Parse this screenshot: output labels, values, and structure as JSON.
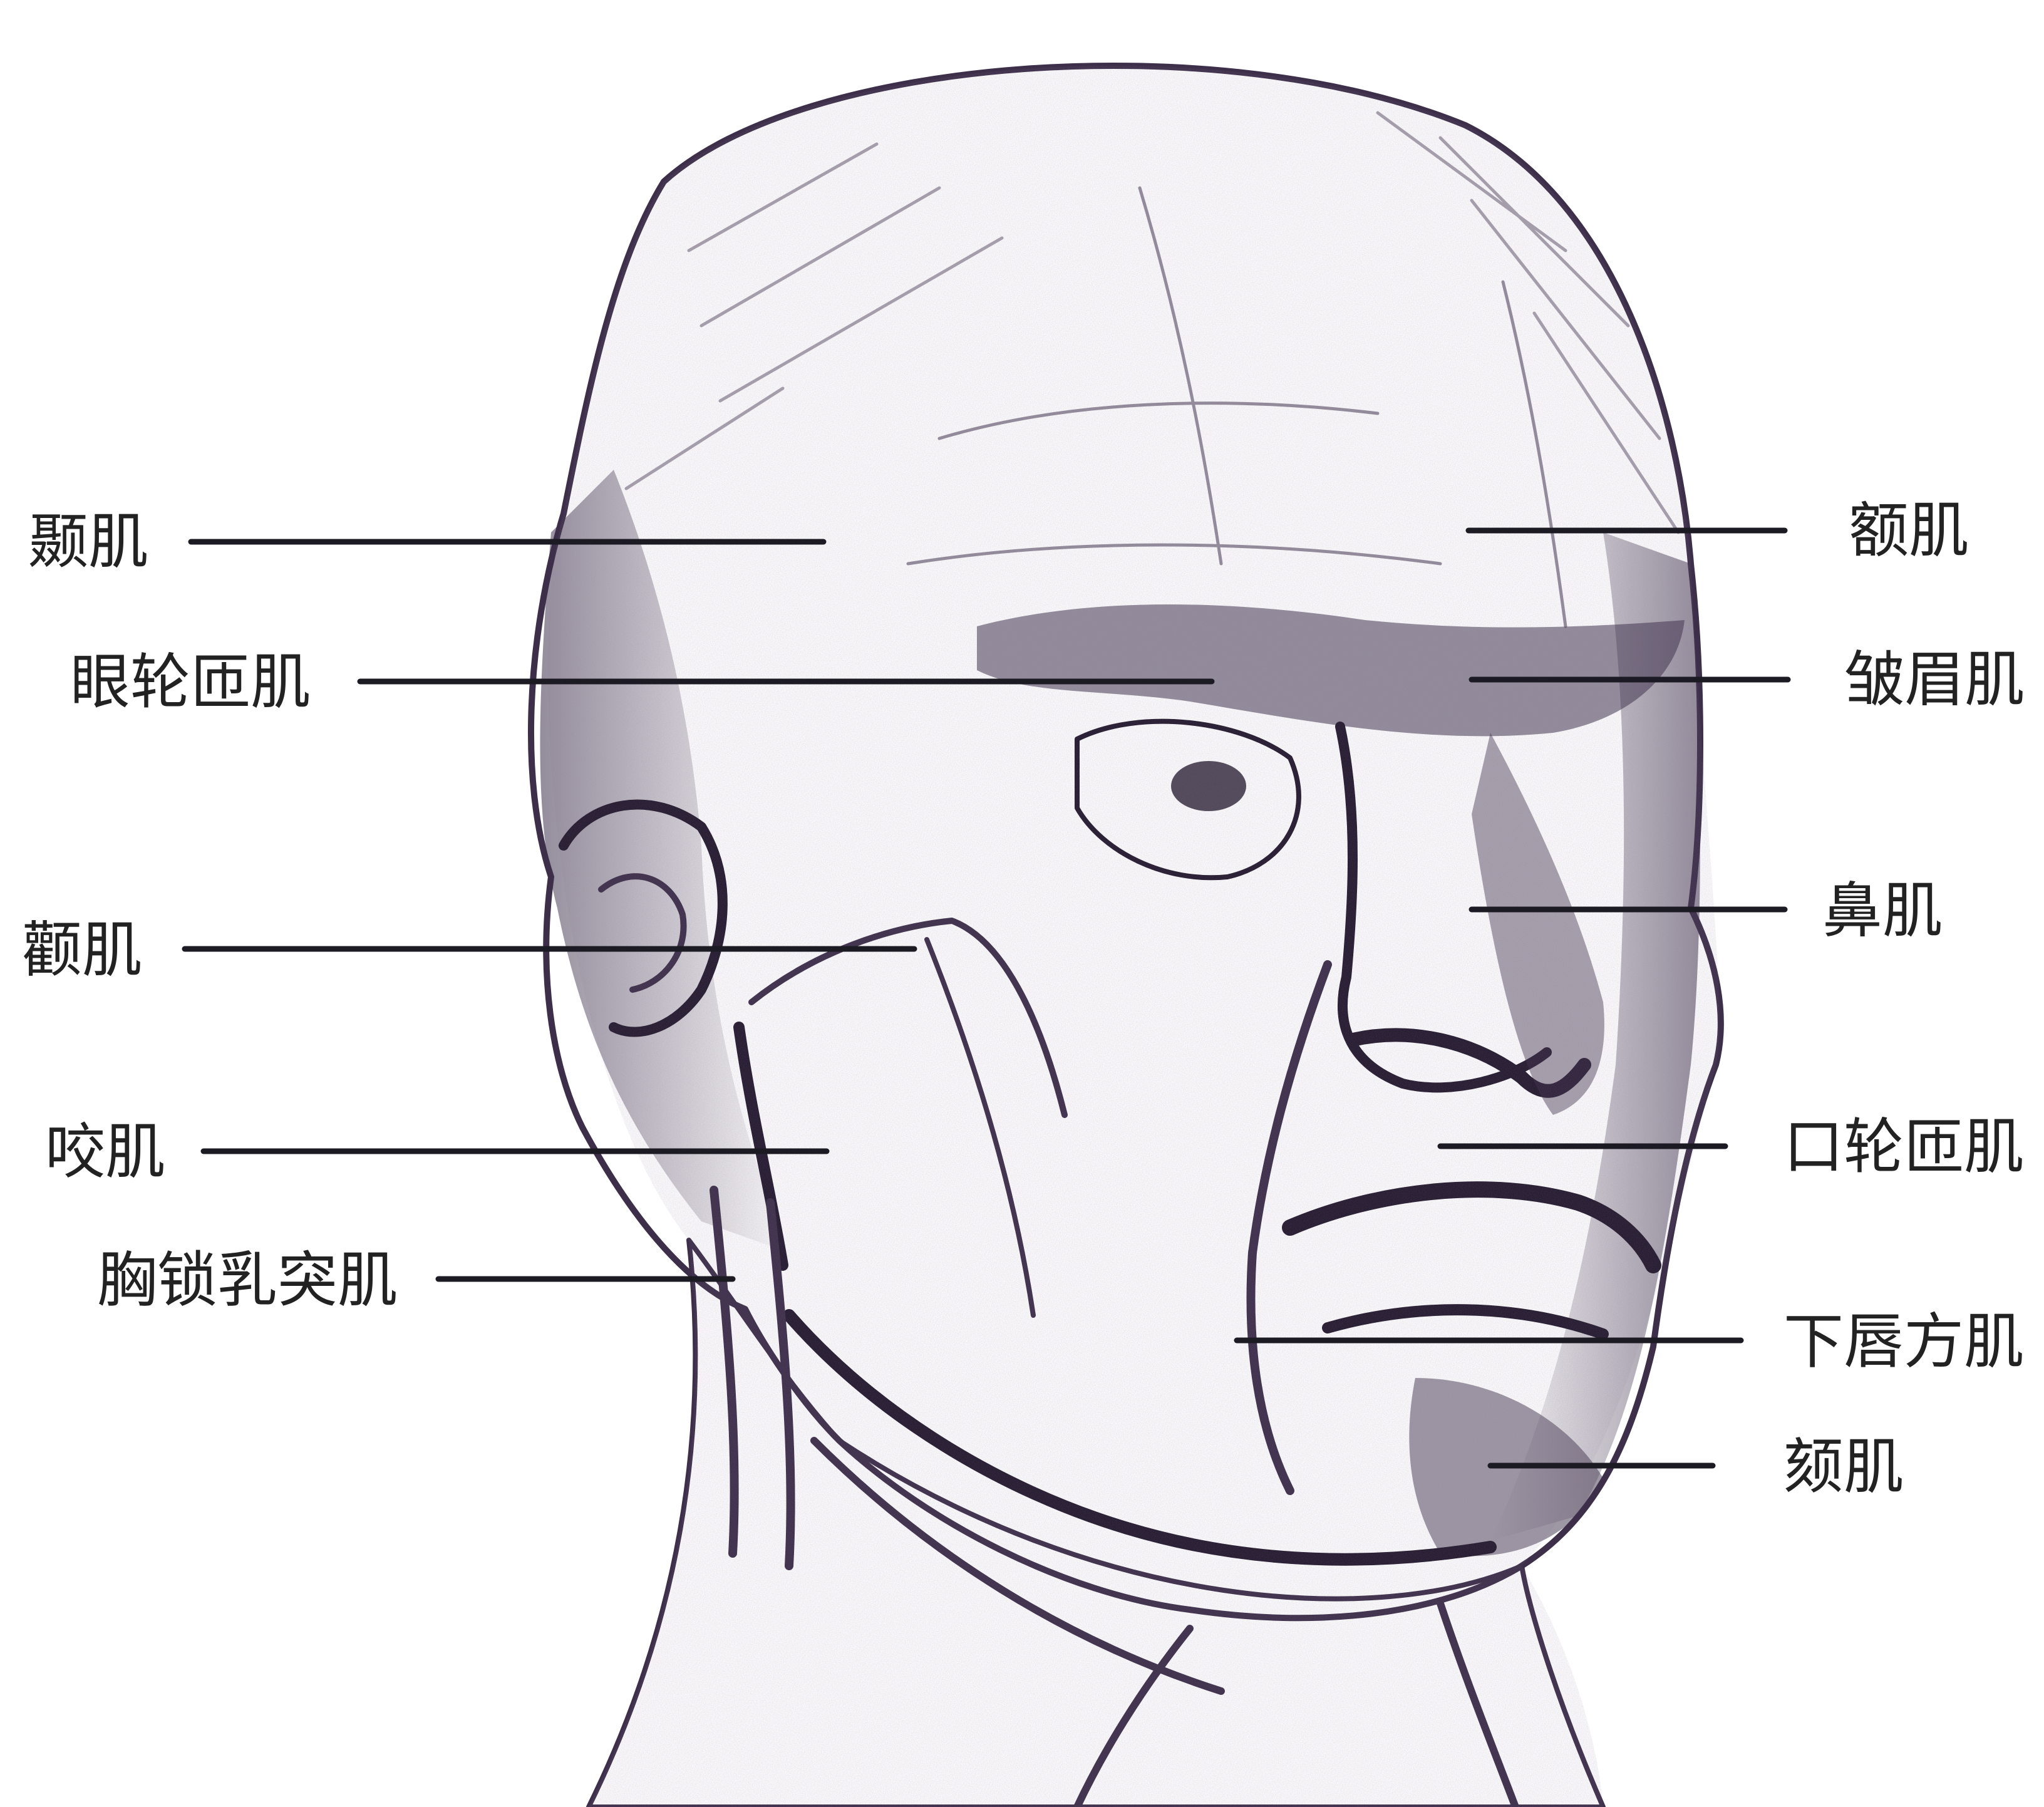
{
  "colors": {
    "background": "#ffffff",
    "pencil": "#3d2f4a",
    "pencil_dark": "#241a2e",
    "leader": "#1c1a22",
    "text": "#222222"
  },
  "labels": {
    "temporalis": "颞肌",
    "orbicularis_oculi": "眼轮匝肌",
    "zygomaticus": "颧肌",
    "masseter": "咬肌",
    "sternocleidomastoid": "胸锁乳突肌",
    "frontalis": "额肌",
    "corrugator": "皱眉肌",
    "nasalis": "鼻肌",
    "orbicularis_oris": "口轮匝肌",
    "depressor_labii": "下唇方肌",
    "mentalis": "颏肌"
  }
}
